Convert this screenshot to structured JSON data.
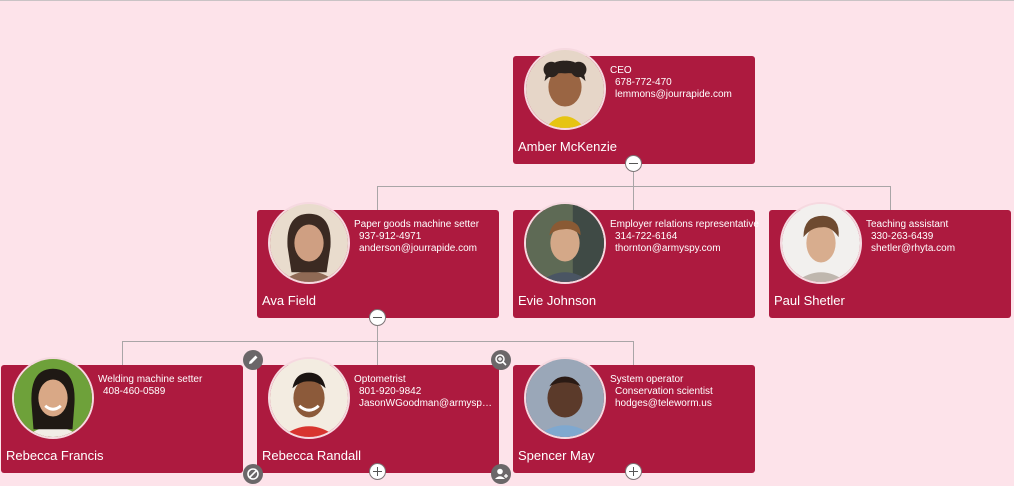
{
  "nodes": {
    "amber": {
      "name": "Amber McKenzie",
      "title": "CEO",
      "phone": "678-772-470",
      "email": "lemmons@jourrapide.com"
    },
    "ava": {
      "name": "Ava Field",
      "title": "Paper goods machine setter",
      "phone": "937-912-4971",
      "email": "anderson@jourrapide.com"
    },
    "evie": {
      "name": "Evie Johnson",
      "title": "Employer relations representative",
      "phone": "314-722-6164",
      "email": "thornton@armyspy.com"
    },
    "paul": {
      "name": "Paul Shetler",
      "title": "Teaching assistant",
      "phone": "330-263-6439",
      "email": "shetler@rhyta.com"
    },
    "rebecca_f": {
      "name": "Rebecca Francis",
      "title": "Welding machine setter",
      "phone": "408-460-0589"
    },
    "rebecca_r": {
      "name": "Rebecca Randall",
      "title": "Optometrist",
      "phone": "801-920-9842",
      "email": "JasonWGoodman@armyspy.com"
    },
    "spencer": {
      "name": "Spencer May",
      "title": "System operator",
      "subtitle": "Conservation scientist",
      "email": "hodges@teleworm.us"
    }
  },
  "tools": {
    "edit": "edit-icon",
    "zoom": "zoom-in-icon",
    "remove": "remove-icon",
    "add_user": "add-user-icon"
  },
  "colors": {
    "background": "#fde3ea",
    "card": "#ad1a3f",
    "connector": "#a9a5a7"
  }
}
